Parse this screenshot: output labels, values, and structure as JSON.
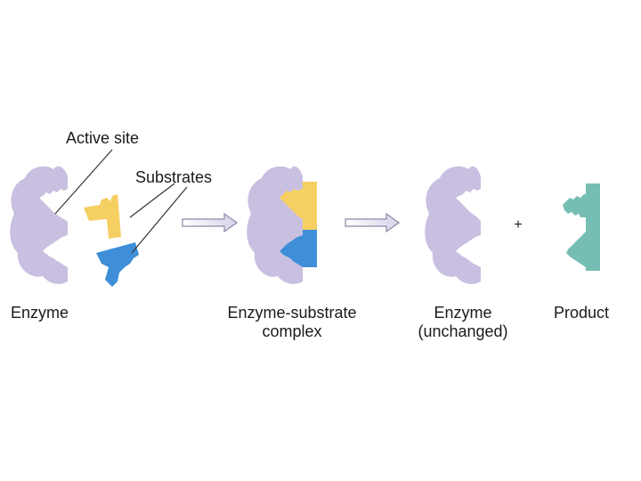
{
  "labels": {
    "active_site": "Active site",
    "substrates": "Substrates",
    "enzyme": "Enzyme",
    "es_complex_line1": "Enzyme-substrate",
    "es_complex_line2": "complex",
    "enzyme_unchanged_line1": "Enzyme",
    "enzyme_unchanged_line2": "(unchanged)",
    "plus": "+",
    "product": "Product"
  },
  "colors": {
    "enzyme": "#c9bfe0",
    "substrate_yellow": "#f5cf62",
    "substrate_blue": "#3f8fd8",
    "product": "#76beb4",
    "arrow_fill": "#e4e0ee",
    "arrow_stroke": "#8e86a8",
    "leader_line": "#333333"
  }
}
